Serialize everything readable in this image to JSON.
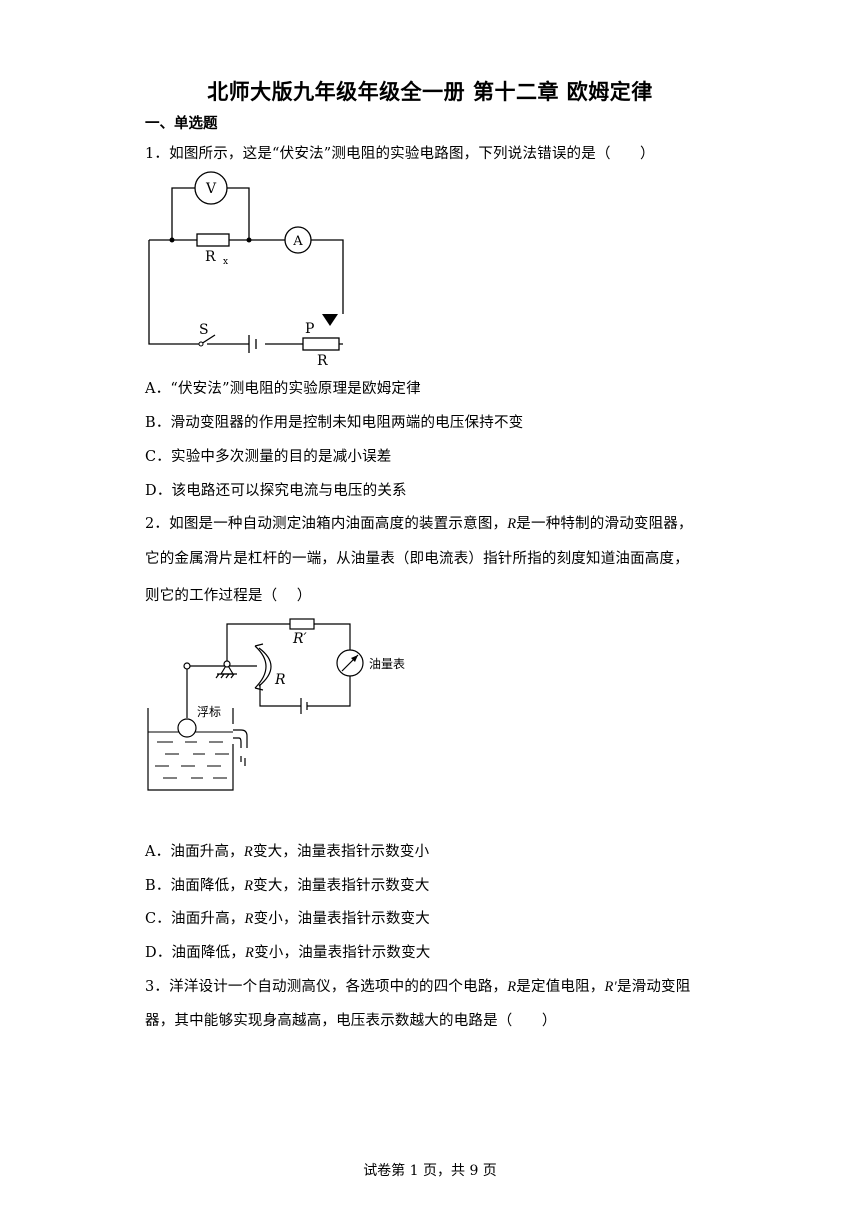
{
  "title": "北师大版九年级年级全一册 第十二章 欧姆定律",
  "section": "一、单选题",
  "q1": {
    "stem": "1．如图所示，这是“伏安法”测电阻的实验电路图，下列说法错误的是（　　）",
    "labels": {
      "v": "V",
      "a": "A",
      "rx": "R",
      "rx_sub": "x",
      "s": "S",
      "p": "P",
      "r": "R"
    },
    "options": [
      "A．“伏安法”测电阻的实验原理是欧姆定律",
      "B．滑动变阻器的作用是控制未知电阻两端的电压保持不变",
      "C．实验中多次测量的目的是减小误差",
      "D．该电路还可以探究电流与电压的关系"
    ]
  },
  "q2": {
    "line1_pre": "2．如图是一种自动测定油箱内油面高度的装置示意图，",
    "line1_r": "R",
    "line1_post": "是一种特制的滑动变阻器，",
    "line2": "它的金属滑片是杠杆的一端，从油量表（即电流表）指针所指的刻度知道油面高度，",
    "line3": "则它的工作过程是（　 ）",
    "labels": {
      "rprime": "R′",
      "meter": "油量表",
      "r": "R",
      "float": "浮标"
    },
    "options": [
      {
        "pre": "A．油面升高，",
        "r": "R",
        "post": "变大，油量表指针示数变小"
      },
      {
        "pre": "B．油面降低，",
        "r": "R",
        "post": "变大，油量表指针示数变大"
      },
      {
        "pre": "C．油面升高，",
        "r": "R",
        "post": "变小，油量表指针示数变大"
      },
      {
        "pre": "D．油面降低，",
        "r": "R",
        "post": "变小，油量表指针示数变大"
      }
    ]
  },
  "q3": {
    "line1_pre": "3．洋洋设计一个自动测高仪，各选项中的的四个电路，",
    "line1_r": "R",
    "line1_mid": "是定值电阻，",
    "line1_rp": "R′",
    "line1_post": "是滑动变阻",
    "line2": "器，其中能够实现身高越高，电压表示数越大的电路是（　　）"
  },
  "footer": "试卷第 1 页，共 9 页"
}
